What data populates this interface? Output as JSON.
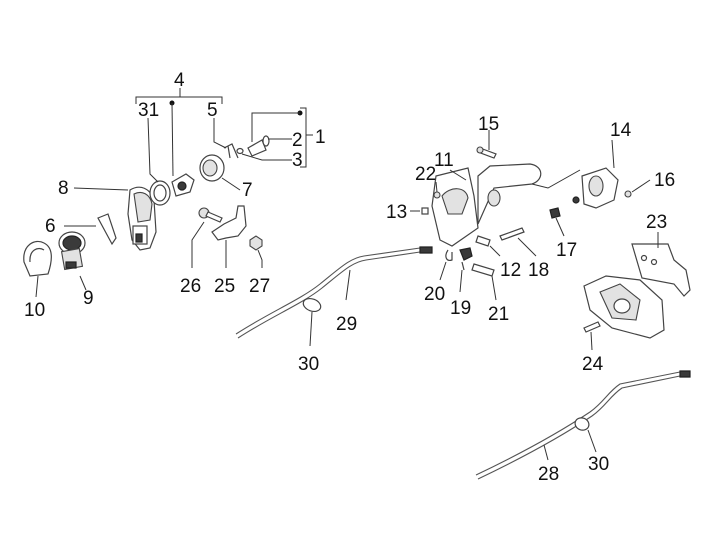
{
  "diagram": {
    "type": "exploded-parts-diagram",
    "background": "#ffffff",
    "line_color": "#333333",
    "callouts": [
      {
        "id": "c4",
        "number": "4"
      },
      {
        "id": "c31",
        "number": "31"
      },
      {
        "id": "c5",
        "number": "5"
      },
      {
        "id": "c1",
        "number": "1"
      },
      {
        "id": "c2",
        "number": "2"
      },
      {
        "id": "c3",
        "number": "3"
      },
      {
        "id": "c7",
        "number": "7"
      },
      {
        "id": "c8",
        "number": "8"
      },
      {
        "id": "c6",
        "number": "6"
      },
      {
        "id": "c9",
        "number": "9"
      },
      {
        "id": "c10",
        "number": "10"
      },
      {
        "id": "c26",
        "number": "26"
      },
      {
        "id": "c25",
        "number": "25"
      },
      {
        "id": "c27",
        "number": "27"
      },
      {
        "id": "c29",
        "number": "29"
      },
      {
        "id": "c30a",
        "number": "30"
      },
      {
        "id": "c15",
        "number": "15"
      },
      {
        "id": "c11",
        "number": "11"
      },
      {
        "id": "c22",
        "number": "22"
      },
      {
        "id": "c13",
        "number": "13"
      },
      {
        "id": "c14",
        "number": "14"
      },
      {
        "id": "c16",
        "number": "16"
      },
      {
        "id": "c17",
        "number": "17"
      },
      {
        "id": "c18",
        "number": "18"
      },
      {
        "id": "c12",
        "number": "12"
      },
      {
        "id": "c20",
        "number": "20"
      },
      {
        "id": "c19",
        "number": "19"
      },
      {
        "id": "c21",
        "number": "21"
      },
      {
        "id": "c23",
        "number": "23"
      },
      {
        "id": "c24",
        "number": "24"
      },
      {
        "id": "c28",
        "number": "28"
      },
      {
        "id": "c30b",
        "number": "30"
      }
    ]
  }
}
